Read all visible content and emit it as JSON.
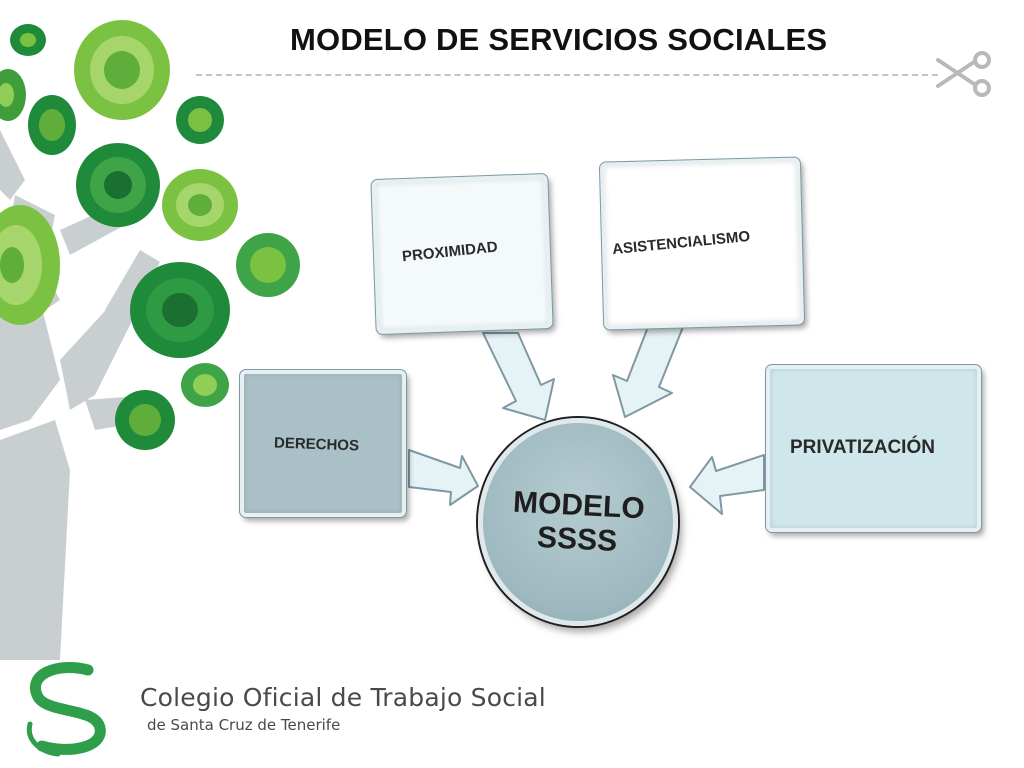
{
  "slide": {
    "title": "MODELO DE SERVICIOS SOCIALES"
  },
  "diagram": {
    "center": {
      "line1": "MODELO",
      "line2": "SSSS"
    },
    "nodes": [
      {
        "label": "DERECHOS"
      },
      {
        "label": "PROXIMIDAD"
      },
      {
        "label": "ASISTENCIALISMO"
      },
      {
        "label": "PRIVATIZACIÓN"
      }
    ]
  },
  "logo": {
    "name_line1": "Colegio Oficial de Trabajo Social",
    "name_line2": "de Santa Cruz de Tenerife"
  },
  "colors": {
    "tree_green_dark": "#1f8a3a",
    "tree_green_light": "#7cc242",
    "tree_trunk": "#c9cfd1",
    "box_teal": "#a9c1c6",
    "box_light": "#cfe7ea",
    "circle_fill": "#9db8bf",
    "logo_green": "#2e9e4a"
  },
  "icons": [
    "scissors-icon",
    "tree-decoration",
    "logo-s-icon"
  ]
}
